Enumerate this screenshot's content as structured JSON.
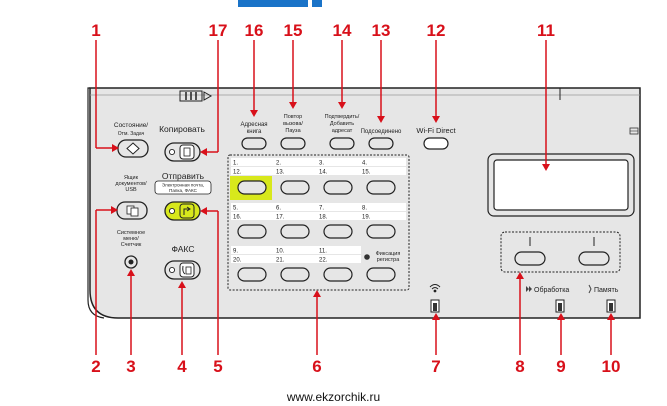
{
  "callouts": {
    "c1": "1",
    "c2": "2",
    "c3": "3",
    "c4": "4",
    "c5": "5",
    "c6": "6",
    "c7": "7",
    "c8": "8",
    "c9": "9",
    "c10": "10",
    "c11": "11",
    "c12": "12",
    "c13": "13",
    "c14": "14",
    "c15": "15",
    "c16": "16",
    "c17": "17"
  },
  "left": {
    "status_l1": "Состояние/",
    "status_l2": "Отм. Задач",
    "box_l1": "Ящик",
    "box_l2": "документов/",
    "box_l3": "USB",
    "sys_l1": "Системное",
    "sys_l2": "меню/",
    "sys_l3": "Счетчик",
    "copy": "Копировать",
    "send": "Отправить",
    "send_sub1": "Электронная почта,",
    "send_sub2": "Папка, ФАКС",
    "fax": "ФАКС"
  },
  "top_keys": {
    "address_l1": "Адресная",
    "address_l2": "книга",
    "redial_l1": "Повтор",
    "redial_l2": "вызова/",
    "redial_l3": "Пауза",
    "confirm_l1": "Подтвердить/",
    "confirm_l2": "Добавить",
    "confirm_l3": "адресат",
    "onhook": "Подсоединено",
    "wifi": "Wi-Fi Direct"
  },
  "one_touch": {
    "row1_top": [
      "1.",
      "2.",
      "3.",
      "4."
    ],
    "row1_bot": [
      "12.",
      "13.",
      "14.",
      "15."
    ],
    "row2_top": [
      "5.",
      "6.",
      "7.",
      "8."
    ],
    "row2_bot": [
      "16.",
      "17.",
      "18.",
      "19."
    ],
    "row3_top": [
      "9.",
      "10.",
      "11."
    ],
    "row3_bot": [
      "20.",
      "21.",
      "22."
    ],
    "hold_l1": "Фиксация",
    "hold_l2": "регистра"
  },
  "right": {
    "processing": "Обработка",
    "memory": "Память"
  },
  "footer": "www.ekzorchik.ru",
  "colors": {
    "callout": "#d8101a",
    "panel": "#e6e6e6",
    "yellow": "#d8e81c",
    "title_blue": "#1a73c8"
  }
}
